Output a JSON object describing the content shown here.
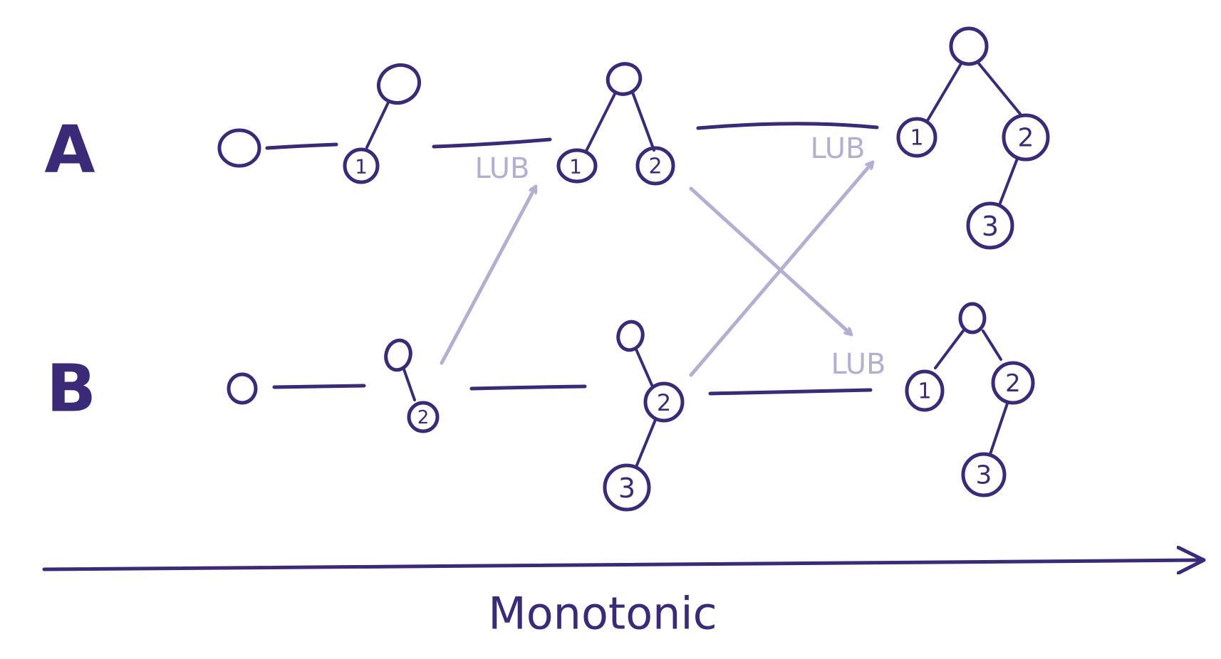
{
  "rows": {
    "a": "A",
    "b": "B"
  },
  "nodes": {
    "one": "1",
    "two": "2",
    "three": "3"
  },
  "edges": {
    "lub": "LUB"
  },
  "axis": {
    "label": "Monotonic"
  },
  "colors": {
    "ink": "#3b2a78",
    "faint": "#b5aed0"
  }
}
